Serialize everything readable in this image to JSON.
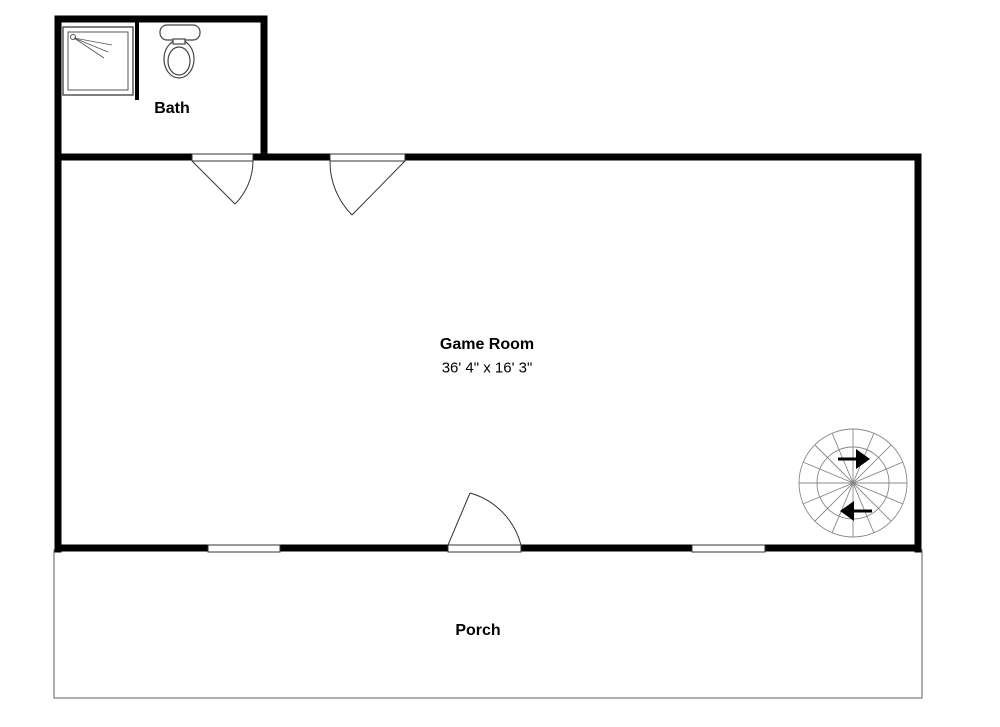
{
  "rooms": {
    "bath": {
      "name": "Bath"
    },
    "game_room": {
      "name": "Game Room",
      "dimensions": "36' 4\" x 16' 3\""
    },
    "porch": {
      "name": "Porch"
    }
  },
  "fixtures": {
    "shower": "shower-icon",
    "toilet": "toilet-icon",
    "spiral_stair": "spiral-staircase-icon"
  },
  "colors": {
    "wall": "#000000",
    "outline": "#555555",
    "background": "#ffffff"
  }
}
